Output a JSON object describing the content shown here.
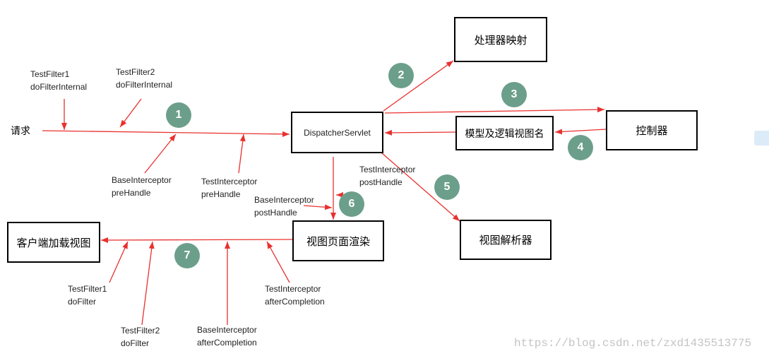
{
  "request_label": "请求",
  "nodes": {
    "handler_mapping": "处理器映射",
    "dispatcher_servlet": "DispatcherServlet",
    "controller": "控制器",
    "model_and_view_name": "模型及逻辑视图名",
    "view_resolver": "视图解析器",
    "view_render": "视图页面渲染",
    "client_load_view": "客户端加载视图"
  },
  "steps": [
    "1",
    "2",
    "3",
    "4",
    "5",
    "6",
    "7"
  ],
  "hooks": {
    "filter1_before": [
      "TestFilter1",
      "doFilterInternal"
    ],
    "filter2_before": [
      "TestFilter2",
      "doFilterInternal"
    ],
    "base_pre": [
      "BaseInterceptor",
      "preHandle"
    ],
    "test_pre": [
      "TestInterceptor",
      "preHandle"
    ],
    "test_post": [
      "TestInterceptor",
      "postHandle"
    ],
    "base_post": [
      "BaseInterceptor",
      "postHandle"
    ],
    "filter1_after": [
      "TestFilter1",
      "doFilter"
    ],
    "filter2_after": [
      "TestFilter2",
      "doFilter"
    ],
    "base_after": [
      "BaseInterceptor",
      "afterCompletion"
    ],
    "test_after": [
      "TestInterceptor",
      "afterCompletion"
    ]
  },
  "watermark": "https://blog.csdn.net/zxd1435513775",
  "colors": {
    "arrow": "#e8312f",
    "step_circle": "#6c9f8b",
    "box_border": "#000000",
    "text": "#222222",
    "watermark": "#c4c4c4"
  }
}
